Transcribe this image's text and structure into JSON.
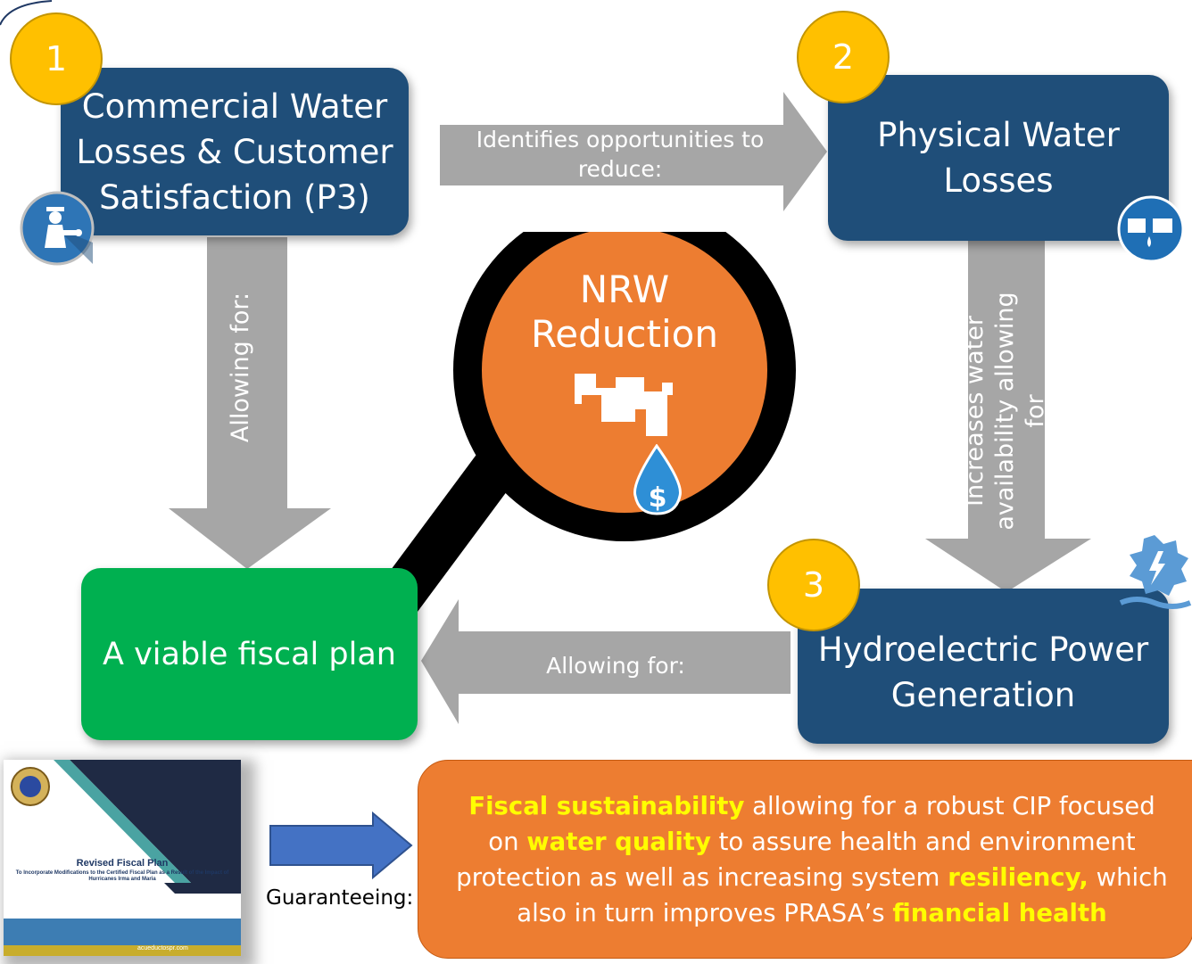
{
  "boxes": {
    "commercial": "Commercial Water\nLosses & Customer\nSatisfaction (P3)",
    "physical": "Physical Water\nLosses",
    "hydro": "Hydroelectric Power\nGeneration",
    "fiscal": "A viable fiscal plan"
  },
  "badges": {
    "one": "1",
    "two": "2",
    "three": "3"
  },
  "arrows": {
    "identifies": "Identifies opportunities to\nreduce:",
    "allowing_left": "Allowing for:",
    "increases": "Increases water\navailability allowing for",
    "allowing_bottom": "Allowing for:",
    "guaranteeing": "Guaranteeing:"
  },
  "center": {
    "title": "NRW\nReduction"
  },
  "thumbnail": {
    "title": "Revised Fiscal Plan",
    "subtitle": "To Incorporate Modifications to the Certified Fiscal Plan as a Result of the Impact of Hurricanes Irma and Maria",
    "footer": "acueductospr.com"
  },
  "summary": {
    "p1": "Fiscal sustainability",
    "t1": " allowing for a robust CIP focused on ",
    "p2": "water quality",
    "t2": " to assure health and environment protection as well as increasing system ",
    "p3": "resiliency,",
    "t3": " which also in turn improves PRASA’s ",
    "p4": "financial health"
  },
  "icons": {
    "commercial": "meter-reader-icon",
    "physical": "broken-pipe-icon",
    "hydro": "water-turbine-icon",
    "center": "leaking-faucet-icon",
    "drop": "money-drop-icon"
  },
  "colors": {
    "navy": "#1f4e79",
    "green": "#00b050",
    "orange": "#ed7d31",
    "gold": "#ffc000",
    "gray_arrow": "#a6a6a6",
    "blue_arrow": "#4472c4",
    "highlight": "#ffff00"
  }
}
